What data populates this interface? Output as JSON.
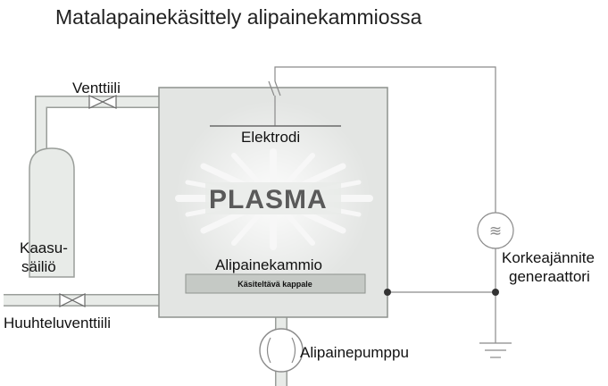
{
  "title": "Matalapainekäsittely alipainekammiossa",
  "labels": {
    "valve": "Venttiili",
    "electrode": "Elektrodi",
    "plasma": "PLASMA",
    "gas_tank_line1": "Kaasu-",
    "gas_tank_line2": "säiliö",
    "chamber": "Alipainekammio",
    "workpiece": "Käsiteltävä kappale",
    "generator_line1": "Korkeajännite",
    "generator_line2": "generaattori",
    "purge_valve": "Huuhteluventtiili",
    "pump": "Alipainepumppu",
    "generator_symbol": "≋"
  },
  "colors": {
    "pipe": "#e8ebe8",
    "pipe_edge": "#9a9e9a",
    "chamber_fill": "#e3e5e3",
    "chamber_edge": "#8e928e",
    "workpiece_fill": "#c5c9c5",
    "wire": "#8a8a8a"
  }
}
